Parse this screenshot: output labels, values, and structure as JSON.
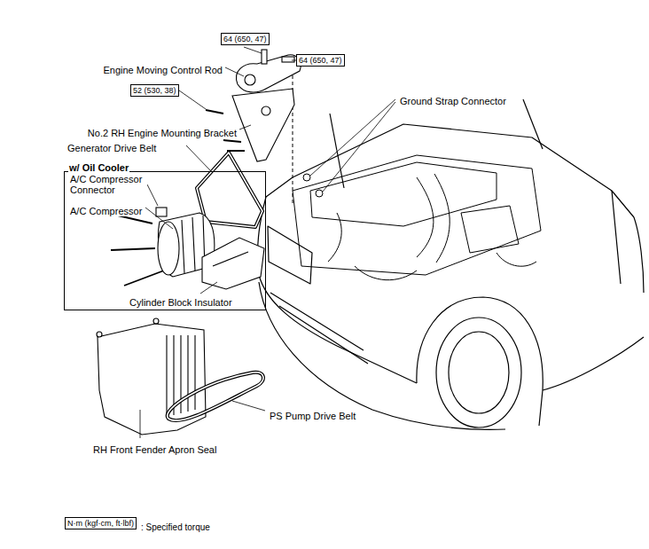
{
  "diagram": {
    "nodes": [
      {
        "text": [
          "64 (650, 47)"
        ]
      },
      {
        "text": [
          "64 (650, 47)"
        ]
      },
      {
        "text": [
          "52 (530, 38)"
        ]
      },
      {
        "text": [
          "w/ Oil Cooler",
          "A/C Compressor Connector",
          "A/C Compressor",
          "Cylinder Block Insulator"
        ]
      },
      {
        "text": [
          "N·m (kgf·cm, ft·lbf)"
        ]
      }
    ],
    "labels": [
      "Engine Moving Control Rod",
      "No.2 RH Engine Mounting Bracket",
      "Generator Drive Belt",
      "Ground Strap Connector",
      "RH Front Fender Apron Seal",
      "PS Pump Drive Belt",
      ": Specified torque"
    ]
  }
}
